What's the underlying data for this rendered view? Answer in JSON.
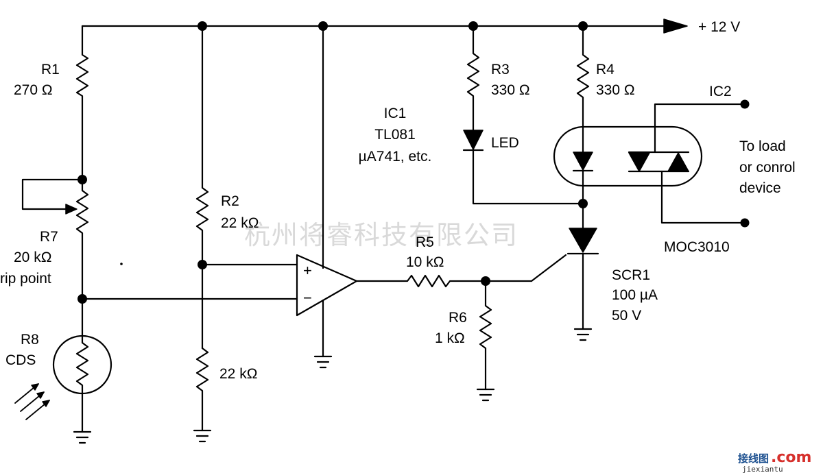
{
  "watermark": "杭州将睿科技有限公司",
  "supply": {
    "label": "+ 12 V"
  },
  "components": {
    "r1": {
      "name": "R1",
      "value": "270 Ω"
    },
    "r7": {
      "name": "R7",
      "value": "20 kΩ",
      "note": "rip point"
    },
    "r8": {
      "name": "R8",
      "type": "CDS"
    },
    "r2": {
      "name": "R2",
      "value": "22 kΩ"
    },
    "r2b": {
      "value": "22 kΩ"
    },
    "ic1": {
      "name": "IC1",
      "part": "TL081",
      "alt": "µA741, etc."
    },
    "opamp": {
      "plus": "+",
      "minus": "−"
    },
    "r3": {
      "name": "R3",
      "value": "330 Ω"
    },
    "led": {
      "name": "LED"
    },
    "r4": {
      "name": "R4",
      "value": "330 Ω"
    },
    "r5": {
      "name": "R5",
      "value": "10 kΩ"
    },
    "r6": {
      "name": "R6",
      "value": "1 kΩ"
    },
    "scr1": {
      "name": "SCR1",
      "current": "100 µA",
      "voltage": "50 V"
    },
    "ic2": {
      "name": "IC2",
      "part": "MOC3010"
    },
    "load": {
      "line1": "To load",
      "line2": "or conrol",
      "line3": "device"
    }
  },
  "brand": {
    "cn": "接线图",
    "dot": ".com",
    "site": "jiexiantu"
  }
}
